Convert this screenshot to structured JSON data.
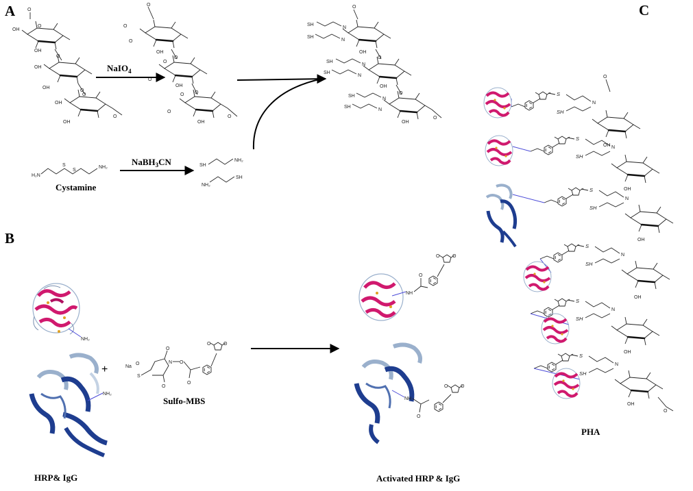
{
  "panels": {
    "a": "A",
    "b": "B",
    "c": "C"
  },
  "reagents": {
    "periodate": "NaIO",
    "periodate_sub": "4",
    "cyanoborohydride_a": "NaBH",
    "cyanoborohydride_sub": "3",
    "cyanoborohydride_b": "CN"
  },
  "labels": {
    "cystamine": "Cystamine",
    "sulfo_mbs": "Sulfo-MBS",
    "hrp_igg": "HRP& IgG",
    "activated": "Activated HRP & IgG",
    "pha": "PHA",
    "plus": "+"
  },
  "atoms": {
    "oh": "OH",
    "o": "O",
    "n": "N",
    "nh": "NH",
    "sh": "SH",
    "s": "S",
    "h2n": "H₂N",
    "nh2": "NH₂",
    "na": "Na",
    "so3": "S"
  },
  "colors": {
    "hrp_helix": "#d0196e",
    "igg_sheet": "#1e3d8f",
    "igg_light": "#9ab0cc",
    "linker": "#4a4ad8",
    "sulfur": "#e0a020"
  }
}
